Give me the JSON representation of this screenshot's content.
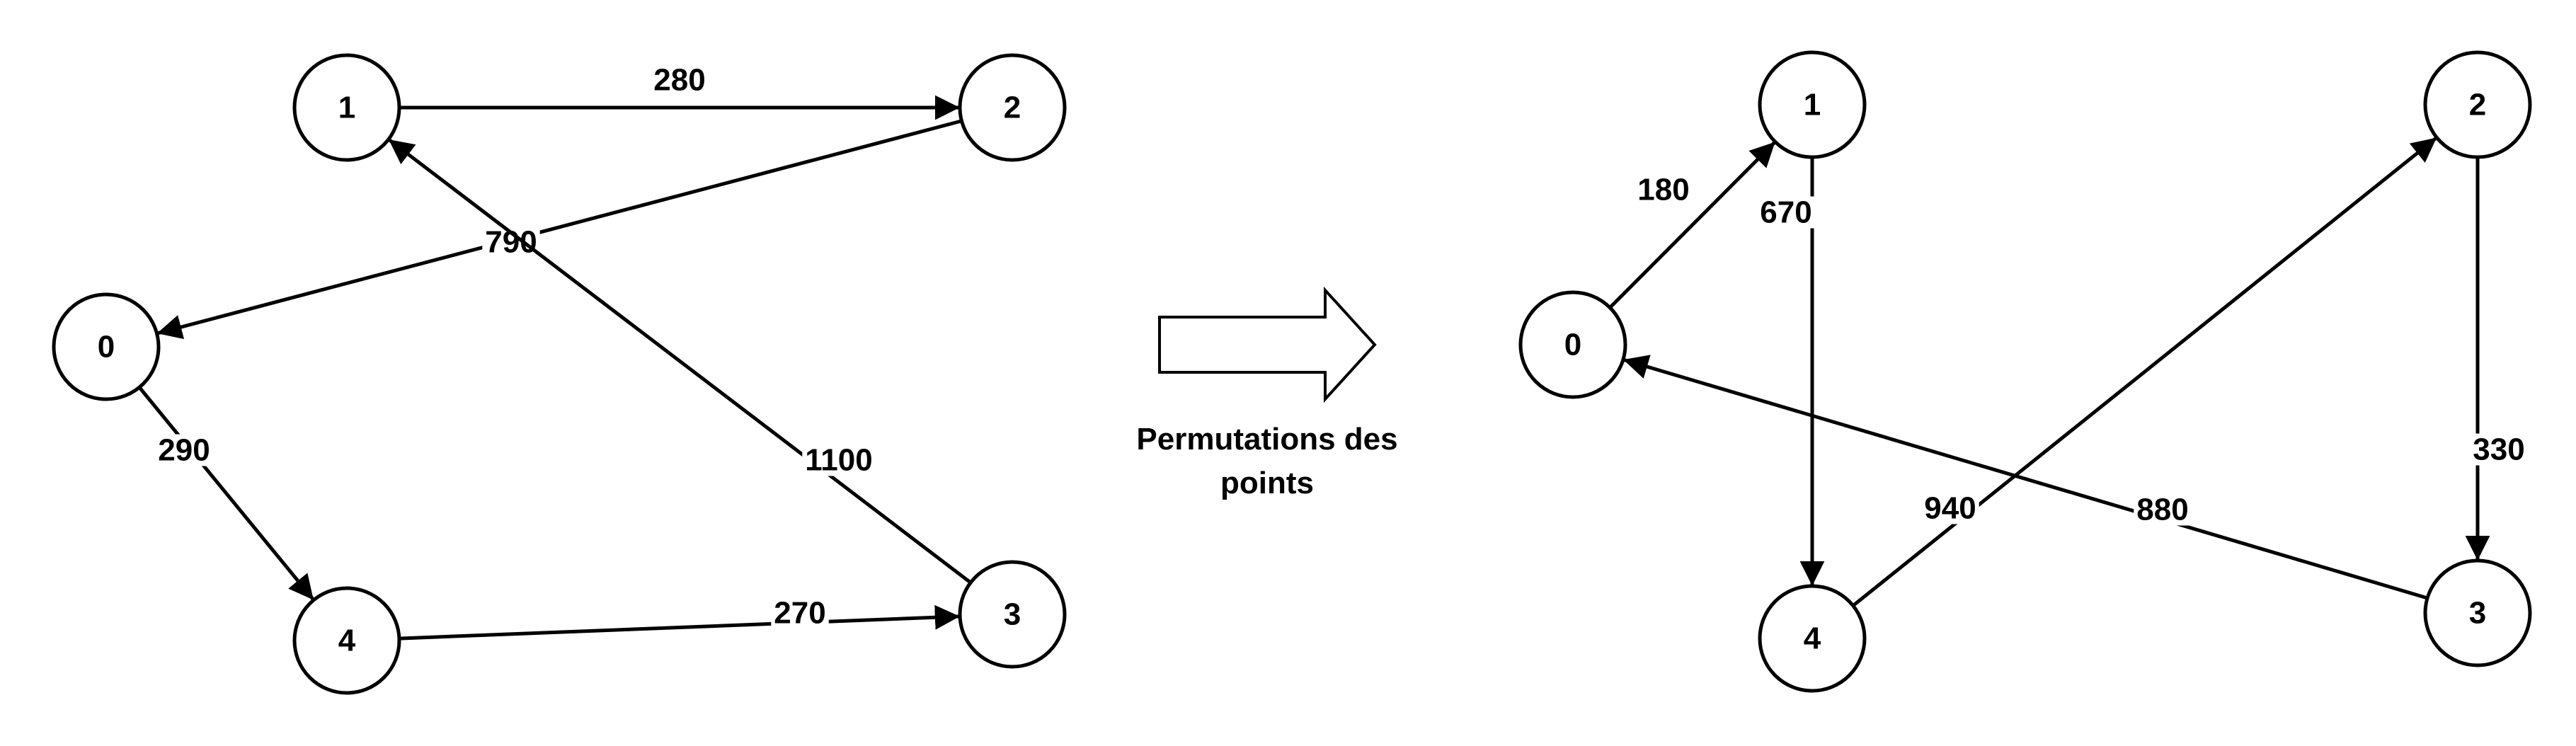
{
  "left_graph": {
    "nodes": [
      {
        "id": "0",
        "label": "0"
      },
      {
        "id": "1",
        "label": "1"
      },
      {
        "id": "2",
        "label": "2"
      },
      {
        "id": "3",
        "label": "3"
      },
      {
        "id": "4",
        "label": "4"
      }
    ],
    "edges": [
      {
        "from": "1",
        "to": "2",
        "label": "280"
      },
      {
        "from": "2",
        "to": "0",
        "label": "790"
      },
      {
        "from": "3",
        "to": "1",
        "label": "1100"
      },
      {
        "from": "0",
        "to": "4",
        "label": "290"
      },
      {
        "from": "4",
        "to": "3",
        "label": "270"
      }
    ]
  },
  "transition": {
    "caption_line1": "Permutations des",
    "caption_line2": "points"
  },
  "right_graph": {
    "nodes": [
      {
        "id": "0",
        "label": "0"
      },
      {
        "id": "1",
        "label": "1"
      },
      {
        "id": "2",
        "label": "2"
      },
      {
        "id": "3",
        "label": "3"
      },
      {
        "id": "4",
        "label": "4"
      }
    ],
    "edges": [
      {
        "from": "0",
        "to": "1",
        "label": "180"
      },
      {
        "from": "1",
        "to": "4",
        "label": "670"
      },
      {
        "from": "4",
        "to": "2",
        "label": "940"
      },
      {
        "from": "2",
        "to": "3",
        "label": "330"
      },
      {
        "from": "3",
        "to": "0",
        "label": "880"
      }
    ]
  },
  "colors": {
    "stroke": "#000000",
    "fill": "#ffffff",
    "background": "#ffffff"
  }
}
